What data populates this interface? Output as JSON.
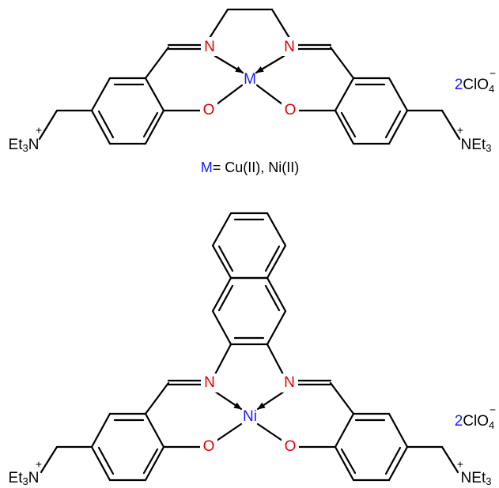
{
  "colors": {
    "bond": "#000000",
    "nitrogen": "#e00000",
    "oxygen": "#e00000",
    "metal": "#1a1aff",
    "counterion_coeff": "#1a1aff"
  },
  "structure_top": {
    "n_left": "N",
    "n_right": "N",
    "o_left": "O",
    "o_right": "O",
    "metal": "M",
    "amine_left": {
      "main": "Et",
      "sub": "3",
      "atom": "N",
      "charge": "+"
    },
    "amine_right": {
      "atom": "N",
      "main": "Et",
      "sub": "3",
      "charge": "+"
    },
    "counterion": {
      "coeff": "2",
      "formula": "ClO",
      "sub": "4",
      "charge": "−"
    },
    "metal_note": {
      "symbol": "M",
      "rest": "= Cu(II), Ni(II)"
    }
  },
  "structure_bottom": {
    "n_left": "N",
    "n_right": "N",
    "o_left": "O",
    "o_right": "O",
    "metal": "Ni",
    "amine_left": {
      "main": "Et",
      "sub": "3",
      "atom": "N",
      "charge": "+"
    },
    "amine_right": {
      "atom": "N",
      "main": "Et",
      "sub": "3",
      "charge": "+"
    },
    "counterion": {
      "coeff": "2",
      "formula": "ClO",
      "sub": "4",
      "charge": "−"
    }
  }
}
